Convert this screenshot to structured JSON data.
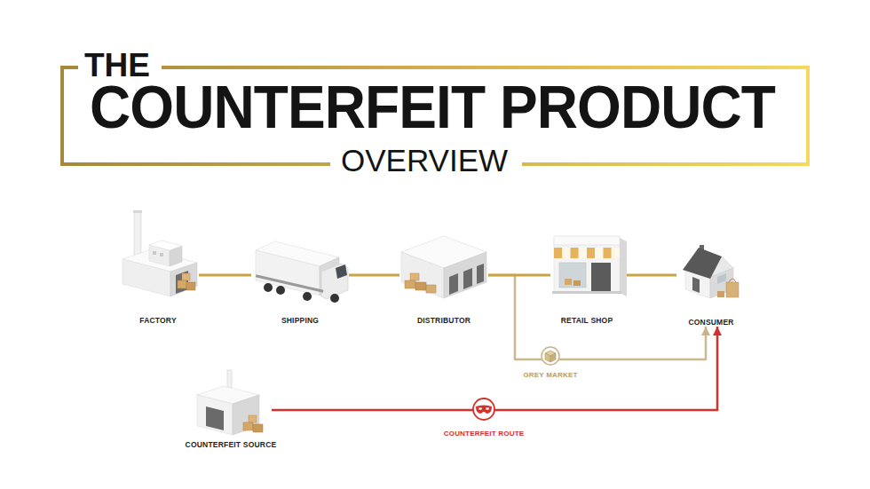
{
  "diagram": {
    "title": "COUNTERFEIT PRODUCT",
    "nodes": [
      {
        "text": [
          "FACTORY"
        ]
      },
      {
        "text": [
          "SHIPPING"
        ]
      },
      {
        "text": [
          "DISTRIBUTOR"
        ]
      },
      {
        "text": [
          "RETAIL SHOP"
        ]
      },
      {
        "text": [
          "CONSUMER"
        ]
      },
      {
        "text": [
          "COUNTERFEIT SOURCE"
        ]
      }
    ],
    "edges": [
      {
        "from": 0,
        "to": 1,
        "arrow": "none"
      },
      {
        "from": 1,
        "to": 2,
        "arrow": "none"
      },
      {
        "from": 2,
        "to": 3,
        "arrow": "none"
      },
      {
        "from": 3,
        "to": 4,
        "arrow": "none"
      },
      {
        "from": 2,
        "to": 4,
        "label": "GREY MARKET",
        "arrow": "to"
      },
      {
        "from": 5,
        "to": 4,
        "label": "COUNTERFEIT ROUTE",
        "arrow": "to"
      }
    ],
    "labels": [
      "THE",
      "OVERVIEW"
    ]
  }
}
